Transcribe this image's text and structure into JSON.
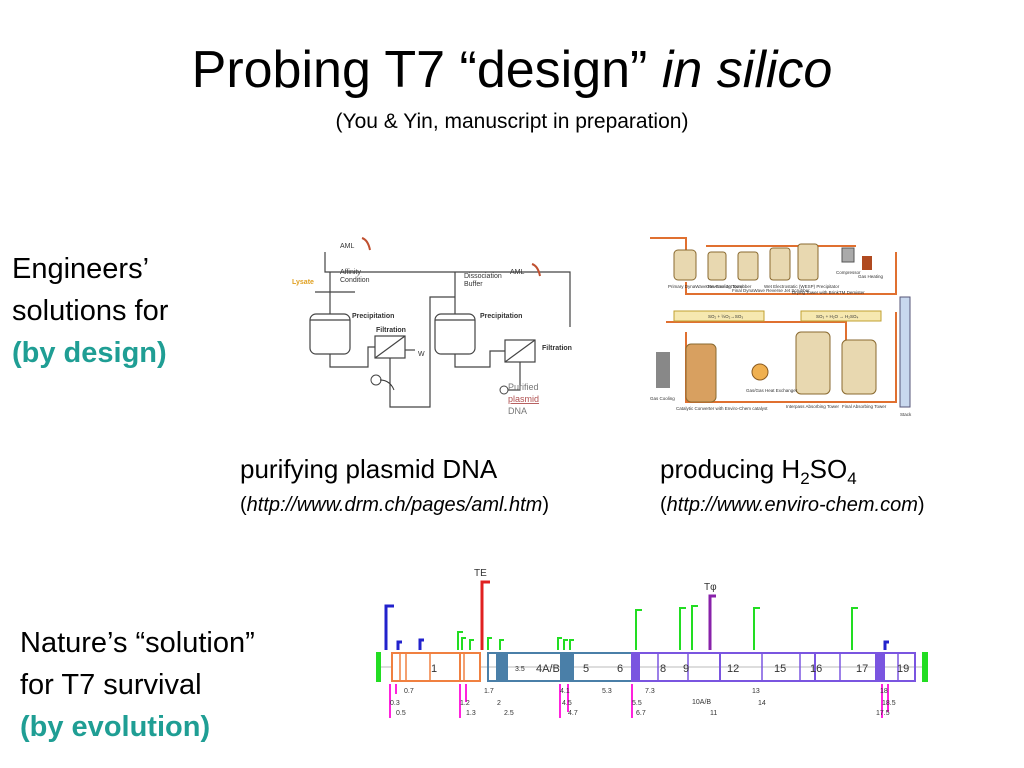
{
  "title": {
    "main": "Probing T7 “design”",
    "italic": "in silico"
  },
  "subtitle": "(You & Yin, manuscript in preparation)",
  "engineers": {
    "line1": "Engineers’",
    "line2": "solutions for",
    "line3": "(by design)"
  },
  "nature": {
    "line1": "Nature’s “solution”",
    "line2": "for T7 survival",
    "line3": "(by evolution)"
  },
  "dna_caption": {
    "text": "purifying plasmid DNA",
    "open": "(",
    "url": "http://www.drm.ch/pages/aml.htm",
    "close": ")"
  },
  "h2so4_caption": {
    "prefix": "producing H",
    "sub1": "2",
    "mid": "SO",
    "sub2": "4",
    "open": "(",
    "url": "http://www.enviro-chem.com",
    "close": ")"
  },
  "dna_diagram": {
    "aml1": "AML",
    "aml2": "AML",
    "lysate": "Lysate",
    "affinity1": "Affinity",
    "affinity2": "Condition",
    "dissoc1": "Dissociation",
    "dissoc2": "Buffer",
    "precip1": "Precipitation",
    "precip2": "Precipitation",
    "filt1": "Filtration",
    "filt2": "Filtration",
    "w": "W",
    "product1": "Purified",
    "product2": "plasmid",
    "product3": "DNA"
  },
  "plant_diagram": {
    "so2": "SO₂ + ½O₂→SO₃",
    "so3": "SO₃ + H₂O → H₂SO₄",
    "labels": [
      "Primary DynaWave Reverse Jet Scrubber",
      "Gas Cooling Tower",
      "Final DynaWave Reverse Jet Scrubber",
      "Wet Electrostatic (WESP) Precipitator",
      "Drying Tower with BrinkTM Demister",
      "Compressor",
      "Gas Heating",
      "Catalytic Converter with Enviro-Chem catalyst",
      "Gas/Gas Heat Exchanger",
      "Interpass Absorbing Tower",
      "Final Absorbing Tower",
      "Stack",
      "Gas Cooling"
    ]
  },
  "genome": {
    "markers": {
      "te": "TE",
      "tphi": "Tφ"
    },
    "gene_labels": [
      "1",
      "3.5",
      "4A/B",
      "5",
      "6",
      "8",
      "9",
      "12",
      "15",
      "16",
      "17",
      "19"
    ],
    "below_row1": [
      "0.7",
      "1.7",
      "4.1",
      "5.3",
      "7.3",
      "10A/B",
      "13",
      "18"
    ],
    "below_row2": [
      "0.3",
      "1.2",
      "2",
      "4.5",
      "5.5",
      "14",
      "18.5"
    ],
    "below_row3": [
      "0.5",
      "1.3",
      "2.5",
      "4.7",
      "6.7",
      "11",
      "17.5"
    ]
  }
}
